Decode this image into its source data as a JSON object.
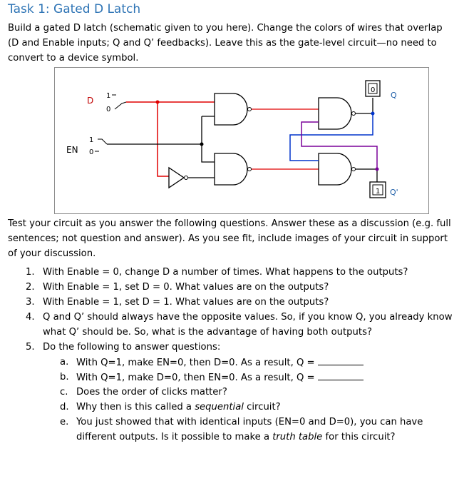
{
  "title": "Task 1: Gated D Latch",
  "intro": "Build a gated D latch (schematic given to you here). Change the colors of wires that overlap (D and Enable inputs; Q and Q’ feedbacks). Leave this as the gate-level circuit—no need to convert to a device symbol.",
  "circuit": {
    "input_d_label": "D",
    "input_en_label": "EN",
    "switch_one": "1",
    "switch_zero": "0",
    "output_q_label": "Q",
    "output_qbar_label": "Q'",
    "q_value": "0",
    "qbar_value": "1",
    "colors": {
      "d_wire": "#e00000",
      "en_wire": "#000000",
      "q_feedback": "#0033cc",
      "qbar_feedback": "#7a0099"
    }
  },
  "discussion": "Test your circuit as you answer the following questions. Answer these as a discussion (e.g. full sentences; not question and answer). As you see fit, include images of your circuit in support of your discussion.",
  "questions": [
    {
      "num": "1.",
      "text": "With Enable = 0, change D a number of times. What happens to the outputs?"
    },
    {
      "num": "2.",
      "text": "With Enable = 1, set D = 0. What values are on the outputs?"
    },
    {
      "num": "3.",
      "text": "With Enable = 1, set D = 1. What values are on the outputs?"
    },
    {
      "num": "4.",
      "text": "Q and Q’ should always have the opposite values. So, if you know Q, you already know what Q’ should be. So, what is the advantage of having both outputs?"
    },
    {
      "num": "5.",
      "text": "Do the following to answer questions:"
    }
  ],
  "subquestions": [
    {
      "letter": "a.",
      "text": "With Q=1, make EN=0, then D=0. As a result, Q = "
    },
    {
      "letter": "b.",
      "text": "With Q=1, make D=0, then EN=0. As a result, Q = "
    },
    {
      "letter": "c.",
      "text": "Does the order of clicks matter?"
    },
    {
      "letter": "d.",
      "text_before": "Why then is this called a ",
      "emphasis": "sequential",
      "text_after": " circuit?"
    },
    {
      "letter": "e.",
      "text_before": "You just showed that with identical inputs (EN=0 and D=0), you can have different outputs. Is it possible to make a ",
      "emphasis": "truth table",
      "text_after": " for this circuit?"
    }
  ]
}
